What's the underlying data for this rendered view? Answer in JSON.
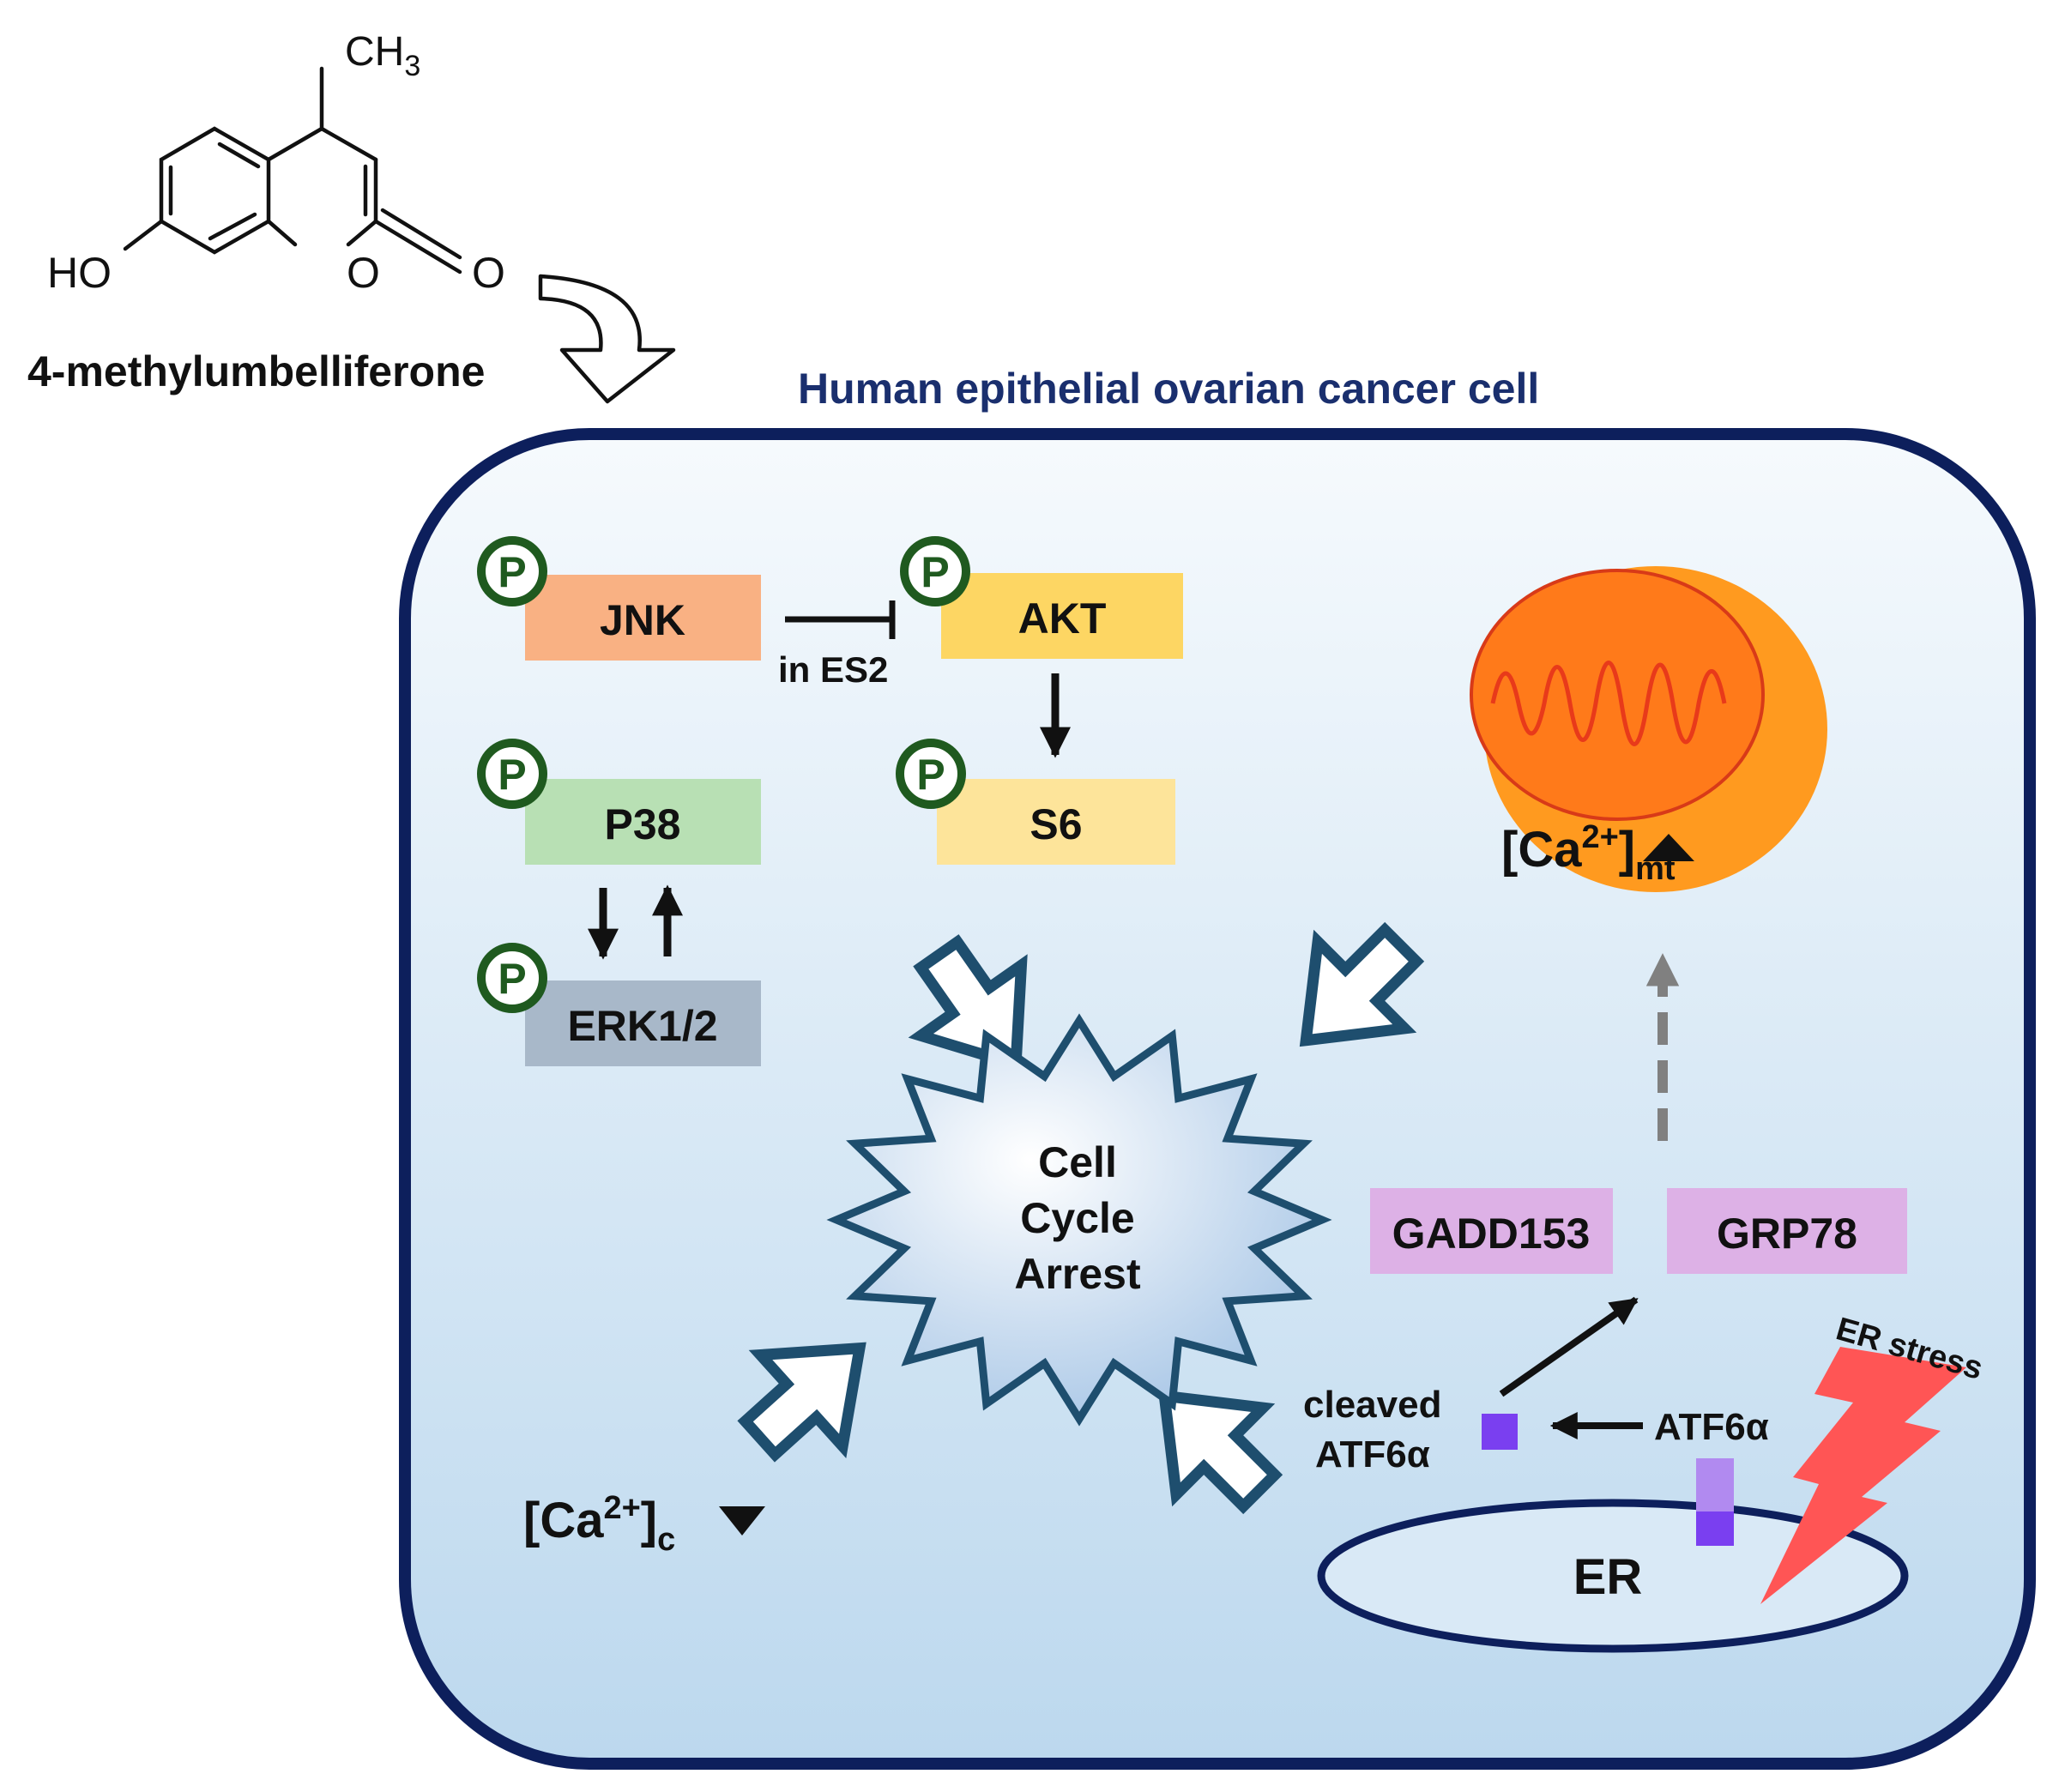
{
  "compound": {
    "name": "4-methylumbelliferone",
    "atoms": {
      "methyl": "CH",
      "methyl_sub": "3",
      "hydroxyl": "HO",
      "ring_oxygen": "O",
      "carbonyl_oxygen": "O"
    }
  },
  "cell": {
    "title": "Human epithelial  ovarian cancer cell"
  },
  "phospho_label": "P",
  "proteins": {
    "jnk": "JNK",
    "akt": "AKT",
    "p38": "P38",
    "s6": "S6",
    "erk": "ERK1/2",
    "gadd153": "GADD153",
    "grp78": "GRP78",
    "atf6": "ATF6α",
    "cleaved_line1": "cleaved",
    "cleaved_line2": "ATF6α"
  },
  "inhibition_note": "in ES2",
  "center": {
    "line1": "Cell",
    "line2": "Cycle",
    "line3": "Arrest"
  },
  "calcium": {
    "mt_prefix": "[Ca",
    "mt_sup": "2+",
    "mt_close": "]",
    "mt_sub": "mt",
    "c_prefix": "[Ca",
    "c_sup": "2+",
    "c_close": "]",
    "c_sub": "c"
  },
  "er": {
    "label": "ER",
    "stress_label": "ER stress"
  },
  "colors": {
    "cell_border": "#0d1f5c",
    "cell_gradient_top": "#f6fafd",
    "cell_gradient_bottom": "#bcd8ee",
    "title": "#1a2f6e",
    "jnk": "#f9b183",
    "akt": "#fdd663",
    "p38": "#b8e0b4",
    "s6": "#fde49a",
    "erk": "#a8b8c9",
    "gadd_grp": "#ddb1e6",
    "phospho_ring": "#1f5a1f",
    "hollow_arrow": "#1e4e6e",
    "mito_outer": "#ff9a1f",
    "mito_inner": "#e83a1a",
    "lightning": "#ff5555",
    "atf6_light": "#b18af0",
    "atf6_dark": "#7a3ff0",
    "dashed_arrow": "#808080"
  }
}
